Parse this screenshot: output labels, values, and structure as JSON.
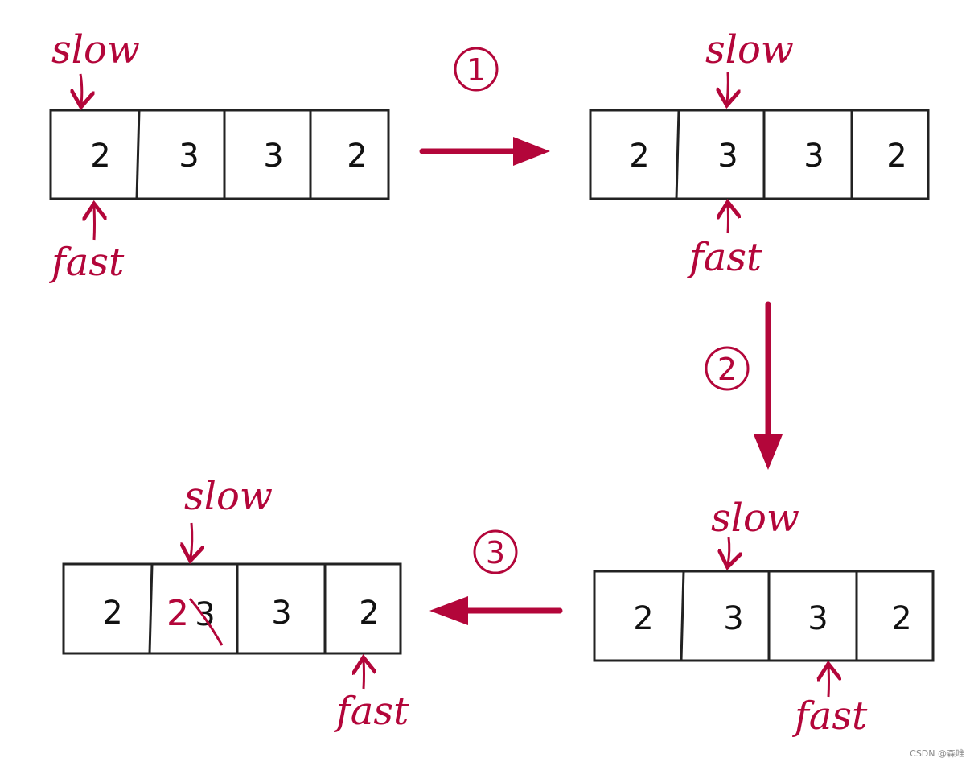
{
  "pointer_labels": {
    "slow": "slow",
    "fast": "fast"
  },
  "arrays": {
    "state_a": {
      "values": [
        "2",
        "3",
        "3",
        "2"
      ],
      "slow_index": 0,
      "fast_index": 0
    },
    "state_b": {
      "values": [
        "2",
        "3",
        "3",
        "2"
      ],
      "slow_index": 1,
      "fast_index": 1
    },
    "state_c": {
      "values": [
        "2",
        "3",
        "3",
        "2"
      ],
      "slow_index": 1,
      "fast_index": 2
    },
    "state_d": {
      "values": [
        "2",
        "2",
        "3",
        "2"
      ],
      "slow_index": 1,
      "fast_index": 3,
      "overwritten_cell": {
        "index": 1,
        "old_value": "3",
        "new_value": "2"
      }
    }
  },
  "steps": [
    {
      "number": "1",
      "from": "state_a",
      "to": "state_b",
      "direction": "right"
    },
    {
      "number": "2",
      "from": "state_b",
      "to": "state_c",
      "direction": "down"
    },
    {
      "number": "3",
      "from": "state_c",
      "to": "state_d",
      "direction": "left"
    }
  ],
  "colors": {
    "ink": "#b3063a",
    "box": "#222222",
    "digit": "#111111"
  },
  "watermark": "CSDN @森唯"
}
